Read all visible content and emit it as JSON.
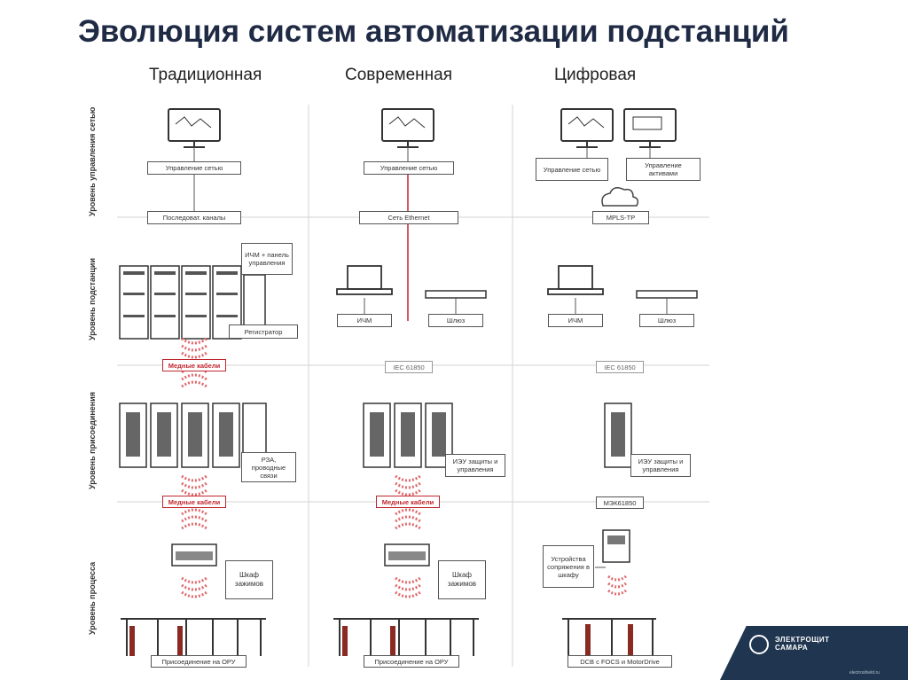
{
  "title": "Эволюция систем автоматизации подстанций",
  "columns": [
    "Традиционная",
    "Современная",
    "Цифровая"
  ],
  "levels": [
    "Уровень управления сетью",
    "Уровень подстанции",
    "Уровень присоединения",
    "Уровень процесса"
  ],
  "traditional": {
    "network_mgmt": "Управление сетью",
    "serial": "Последоват. каналы",
    "hmi_panel": "ИЧМ + панель управления",
    "recorder": "Регистратор",
    "copper1": "Медные кабели",
    "rza": "РЗА, проводные связи",
    "copper2": "Медные кабели",
    "cabinet": "Шкаф зажимов",
    "connection": "Присоединение на ОРУ"
  },
  "modern": {
    "network_mgmt": "Управление сетью",
    "ethernet": "Сеть Ethernet",
    "hmi": "ИЧМ",
    "gateway": "Шлюз",
    "iec": "IEC 61850",
    "ied": "ИЭУ защиты и управления",
    "copper": "Медные кабели",
    "cabinet": "Шкаф зажимов",
    "connection": "Присоединение на ОРУ"
  },
  "digital": {
    "network_mgmt": "Управление сетью",
    "asset_mgmt": "Управление активами",
    "mpls": "MPLS-TP",
    "hmi": "ИЧМ",
    "gateway": "Шлюз",
    "iec": "IEC 61850",
    "ied": "ИЭУ защиты и управления",
    "mek": "МЭК61850",
    "interface": "Устройства сопряжения в шкафу",
    "dcb": "DCB с FOCS и MotorDrive"
  },
  "logo": {
    "name_line1": "ЭЛЕКТРОЩИТ",
    "name_line2": "САМАРА",
    "url": "electroshield.ru"
  },
  "colors": {
    "accent": "#c0262d",
    "title": "#1f2a44",
    "logo_bg": "#1f3550"
  }
}
